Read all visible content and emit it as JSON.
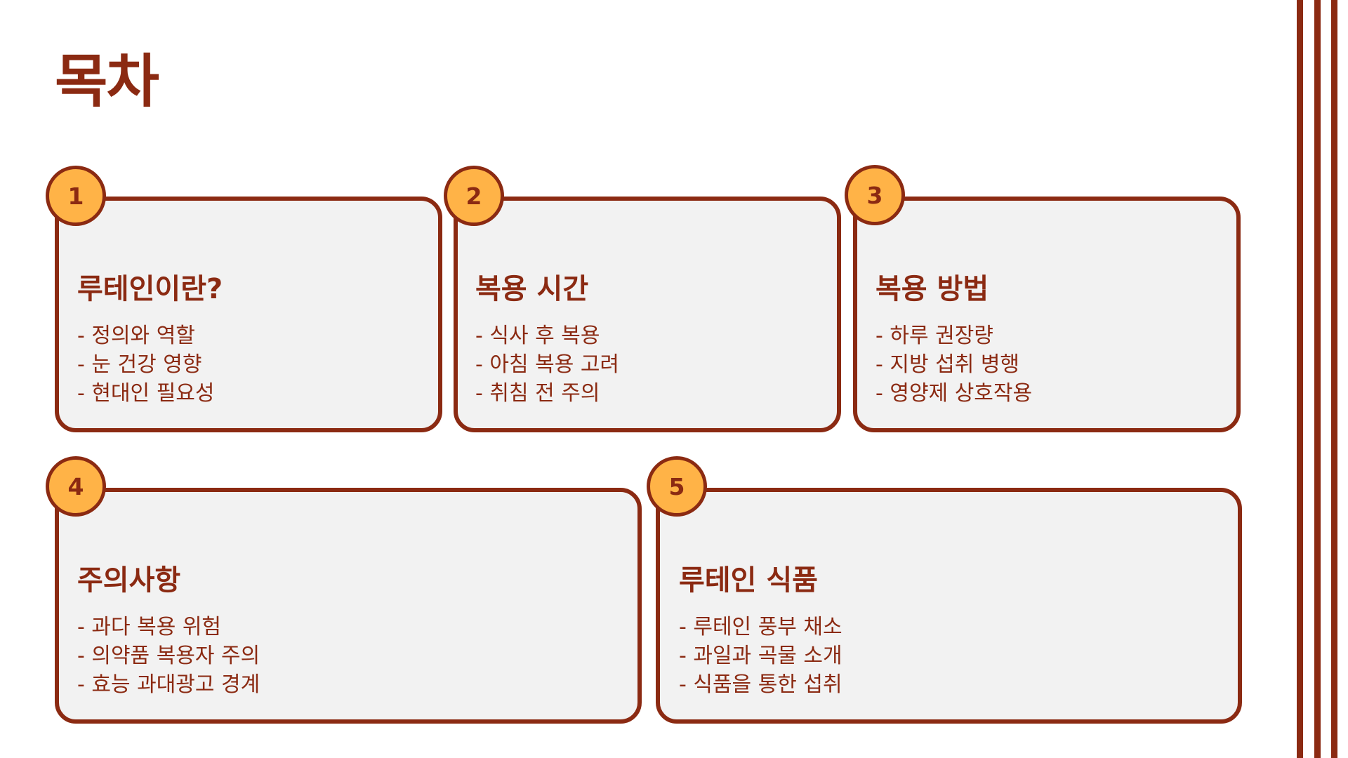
{
  "title": "목차",
  "cards": [
    {
      "number": "1",
      "heading": "루테인이란?",
      "items": [
        "- 정의와 역할",
        "- 눈 건강 영향",
        "- 현대인 필요성"
      ]
    },
    {
      "number": "2",
      "heading": "복용 시간",
      "items": [
        "- 식사 후 복용",
        "- 아침 복용 고려",
        "- 취침 전 주의"
      ]
    },
    {
      "number": "3",
      "heading": "복용 방법",
      "items": [
        "- 하루 권장량",
        "- 지방 섭취 병행",
        "- 영양제 상호작용"
      ]
    },
    {
      "number": "4",
      "heading": "주의사항",
      "items": [
        "- 과다 복용 위험",
        "- 의약품 복용자 주의",
        "- 효능 과대광고 경계"
      ]
    },
    {
      "number": "5",
      "heading": "루테인 식품",
      "items": [
        "- 루테인 풍부 채소",
        "- 과일과 곡물 소개",
        "- 식품을 통한 섭취"
      ]
    }
  ],
  "colors": {
    "primary": "#8B2A12",
    "badge": "#FFB347",
    "card_background": "#F2F2F2",
    "page_background": "#FFFFFF"
  }
}
